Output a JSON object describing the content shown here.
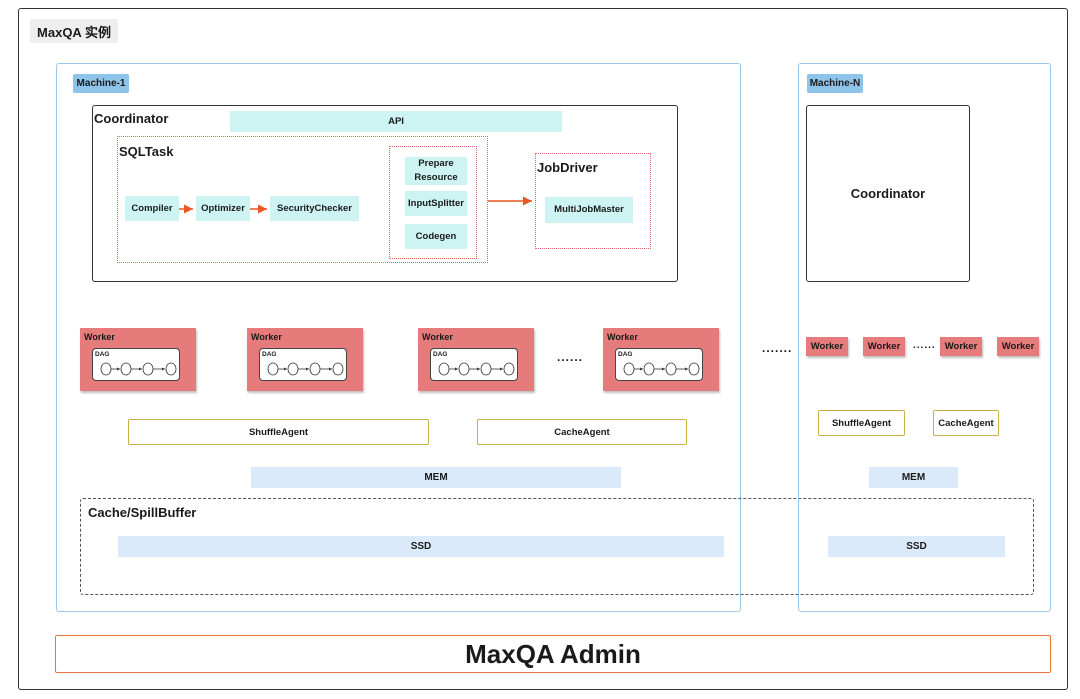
{
  "title": "MaxQA 实例",
  "machine1": {
    "tag": "Machine-1",
    "coordinator": {
      "label": "Coordinator",
      "api": "API",
      "sqltask": {
        "label": "SQLTask",
        "compiler": "Compiler",
        "optimizer": "Optimizer",
        "security_checker": "SecurityChecker",
        "prepare_resource_line1": "Prepare",
        "prepare_resource_line2": "Resource",
        "input_splitter": "InputSplitter",
        "codegen": "Codegen"
      },
      "jobdriver": {
        "label": "JobDriver",
        "multijobmaster": "MultiJobMaster"
      }
    },
    "workers": [
      {
        "label": "Worker",
        "dag": "DAG"
      },
      {
        "label": "Worker",
        "dag": "DAG"
      },
      {
        "label": "Worker",
        "dag": "DAG"
      },
      {
        "label": "Worker",
        "dag": "DAG"
      }
    ],
    "worker_ellipsis": "......",
    "shuffle_agent": "ShuffleAgent",
    "cache_agent": "CacheAgent",
    "mem": "MEM",
    "ssd": "SSD"
  },
  "machine_ellipsis": ".......",
  "machineN": {
    "tag": "Machine-N",
    "coordinator": "Coordinator",
    "workers": [
      "Worker",
      "Worker",
      "Worker",
      "Worker"
    ],
    "worker_ellipsis": "......",
    "shuffle_agent": "ShuffleAgent",
    "cache_agent": "CacheAgent",
    "mem": "MEM",
    "ssd": "SSD"
  },
  "cache_spill_buffer": "Cache/SpillBuffer",
  "admin": "MaxQA Admin",
  "colors": {
    "machine_border": "#9cc7e8",
    "machine_tag": "#8ec3ea",
    "cyan_box": "#cdf3f3",
    "worker": "#e57b7b",
    "agent_border": "#c9b04a",
    "mem_ssd": "#dbeafb",
    "arrow": "#e8571f",
    "admin_border": "#e8733a"
  }
}
